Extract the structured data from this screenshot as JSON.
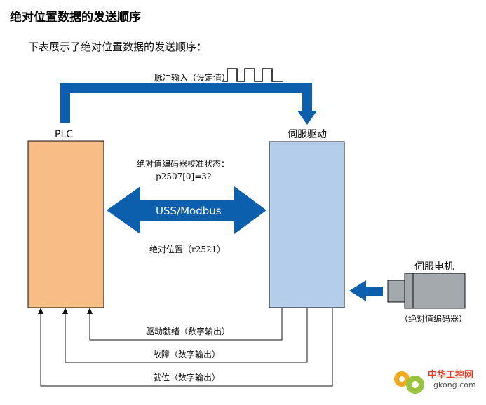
{
  "page": {
    "title": "绝对位置数据的发送顺序",
    "intro": "下表展示了绝对位置数据的发送顺序："
  },
  "diagram": {
    "plc_label": "PLC",
    "drive_label": "伺服驱动",
    "pulse_label": "脉冲输入（设定值）",
    "calib_label_line1": "绝对值编码器校准状态：",
    "calib_label_line2": "p2507[0]=3?",
    "bus_label": "USS/Modbus",
    "abs_pos_label": "绝对位置（r2521）",
    "motor_label": "伺服电机",
    "encoder_label": "（绝对值编码器）",
    "signals": [
      "驱动就绪（数字输出）",
      "故障（数字输出）",
      "就位（数字输出）"
    ],
    "colors": {
      "plc_fill": "#f8bd86",
      "drive_fill": "#b3cdea",
      "arrow_blue": "#0c5fac",
      "motor_grey": "#a3a9ad",
      "line_grey": "#6b6b6b"
    }
  },
  "watermark": {
    "brand": "中华工控网",
    "site": "gkong.com"
  }
}
